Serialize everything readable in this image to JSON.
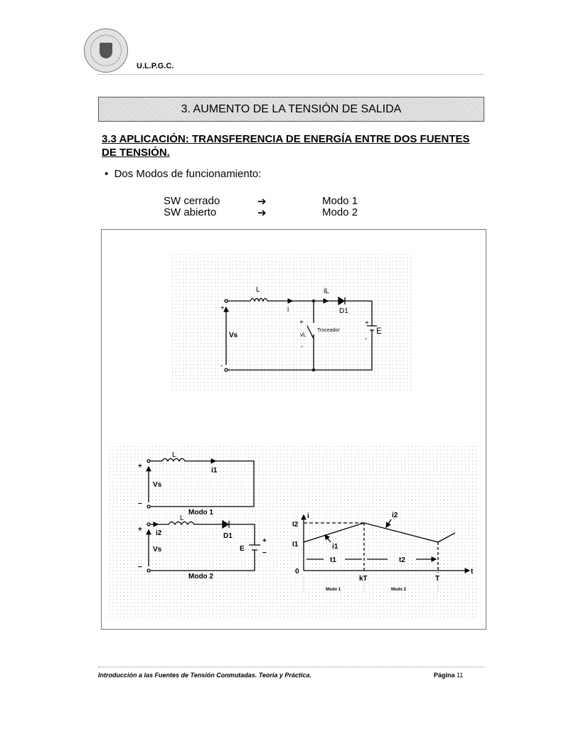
{
  "header": {
    "logo_alt": "ULPGC seal",
    "org": "U.L.P.G.C."
  },
  "section_title": "3. AUMENTO DE LA TENSIÓN DE SALIDA",
  "heading_line1": "3.3 APLICACIÓN: TRANSFERENCIA DE ENERGÍA ENTRE DOS FUENTES",
  "heading_line2": "DE TENSIÓN.",
  "bullet": "Dos Modos de funcionamiento:",
  "modes": [
    {
      "state": "SW cerrado",
      "arrow": "➔",
      "mode": "Modo 1"
    },
    {
      "state": "SW abierto",
      "arrow": "➔",
      "mode": "Modo 2"
    }
  ],
  "circuit_main": {
    "L": "L",
    "i": "i",
    "iL": "iL",
    "D1": "D1",
    "Vs": "Vs",
    "vL": "vL",
    "switch": "Troceador",
    "E": "E",
    "plus": "+",
    "minus": "-"
  },
  "circuit_mode1": {
    "L": "L",
    "i1": "i1",
    "Vs": "Vs",
    "label": "Modo 1"
  },
  "circuit_mode2": {
    "L": "L",
    "i2": "i2",
    "D1": "D1",
    "Vs": "Vs",
    "E": "E",
    "label": "Modo 2"
  },
  "waveform": {
    "y_axis": "i",
    "x_axis": "t",
    "I2": "I2",
    "I1": "I1",
    "zero": "0",
    "kT": "kT",
    "T": "T",
    "i1": "i1",
    "i2": "i2",
    "t1": "t1",
    "t2": "t2",
    "mode1": "Modo 1",
    "mode2": "Modo 2"
  },
  "footer": {
    "title": "Introducción a las Fuentes de Tensión Conmutadas. Teoría y Práctica.",
    "page_label": "Página",
    "page_number": "11"
  }
}
